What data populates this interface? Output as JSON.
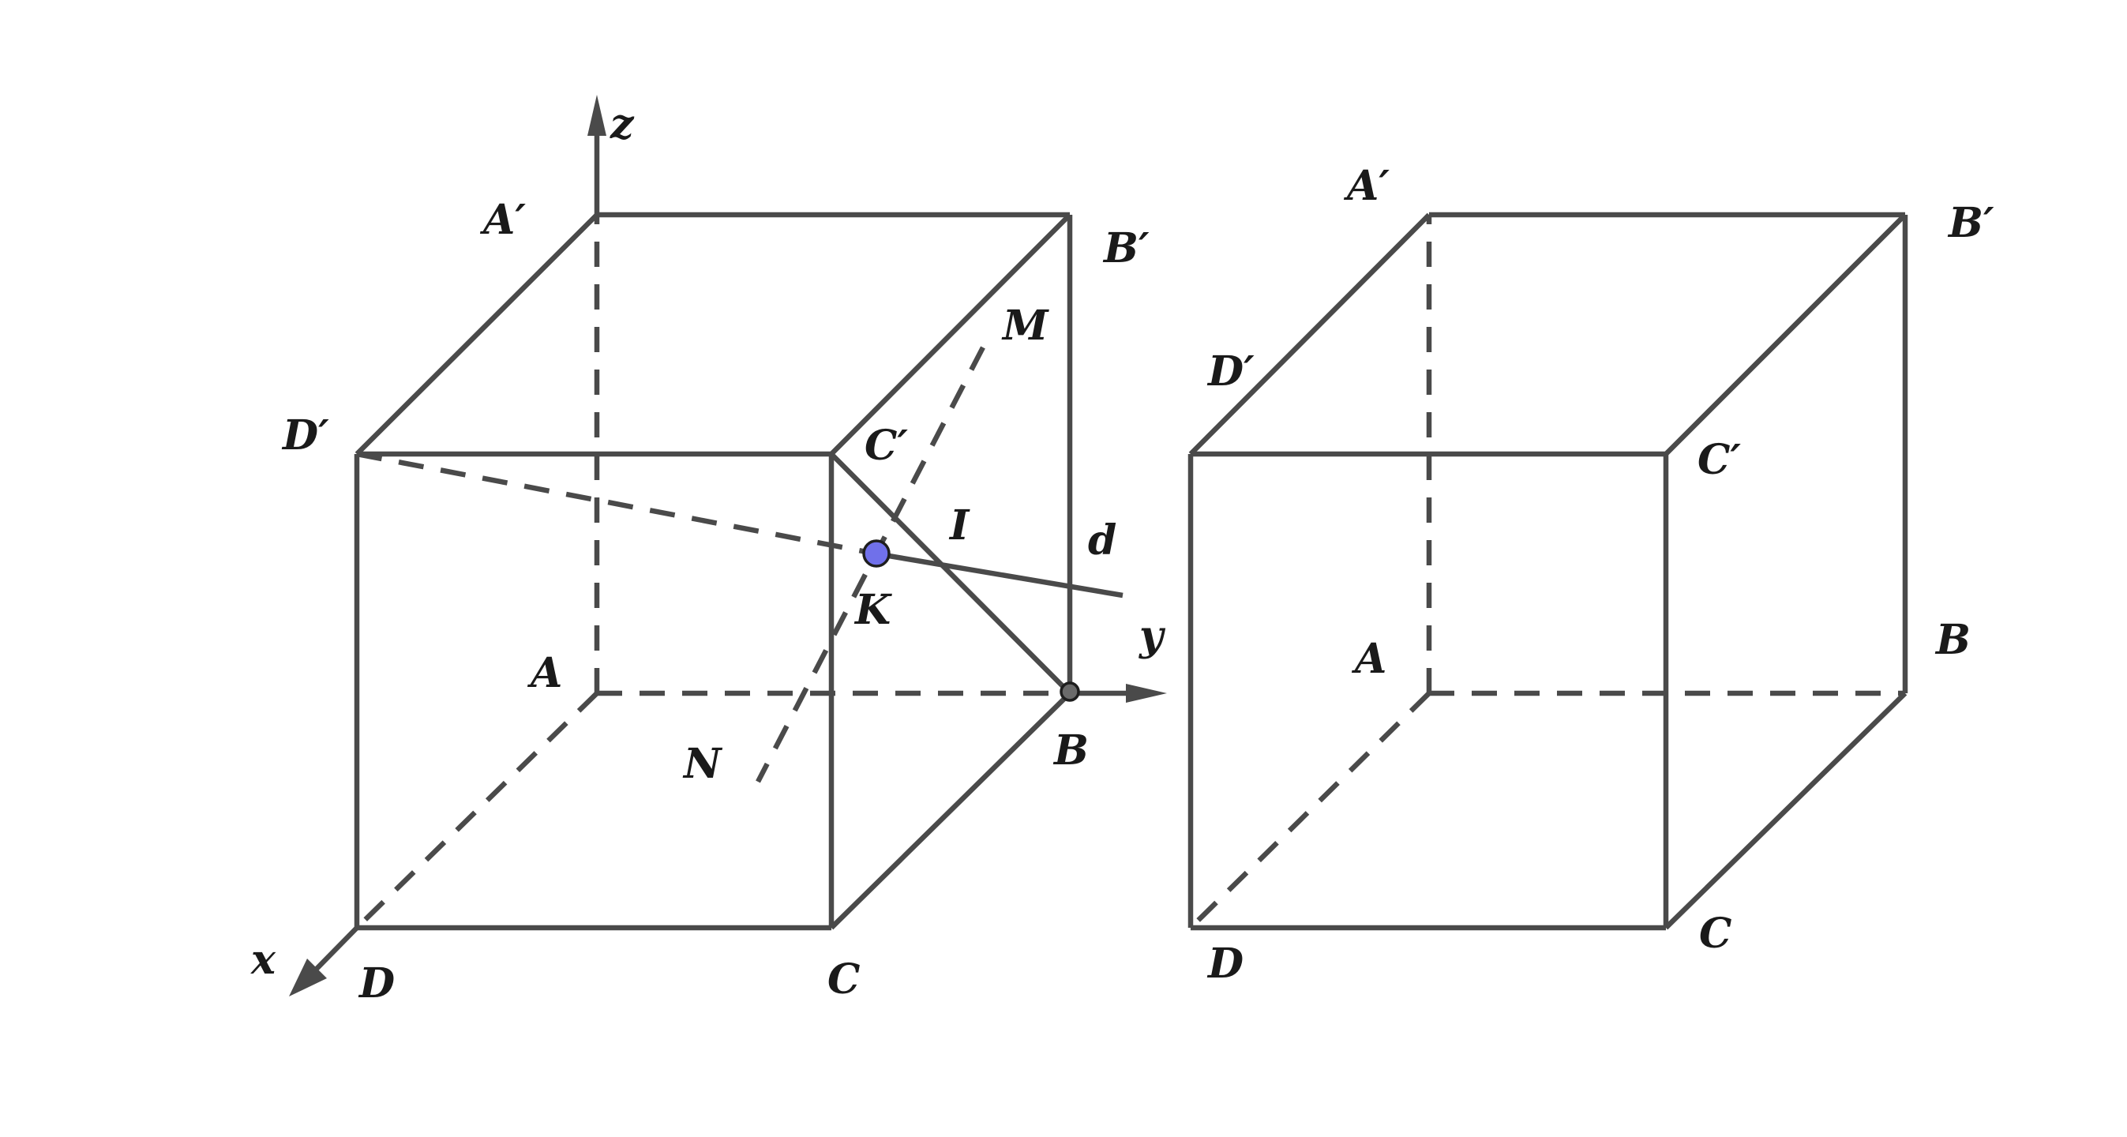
{
  "figure_left": {
    "labels": {
      "z": "z",
      "y": "y",
      "x": "x",
      "A_prime": "A′",
      "B_prime": "B′",
      "C_prime": "C′",
      "D_prime": "D′",
      "A": "A",
      "B": "B",
      "C": "C",
      "D": "D",
      "M": "M",
      "N": "N",
      "I": "I",
      "K": "K",
      "d": "d"
    }
  },
  "figure_right": {
    "labels": {
      "A_prime": "A′",
      "B_prime": "B′",
      "C_prime": "C′",
      "D_prime": "D′",
      "A": "A",
      "B": "B",
      "C": "C",
      "D": "D"
    }
  },
  "colors": {
    "stroke": "#4a4a4a",
    "point_k": "#7070ea",
    "point_b": "#6a6a6a"
  }
}
